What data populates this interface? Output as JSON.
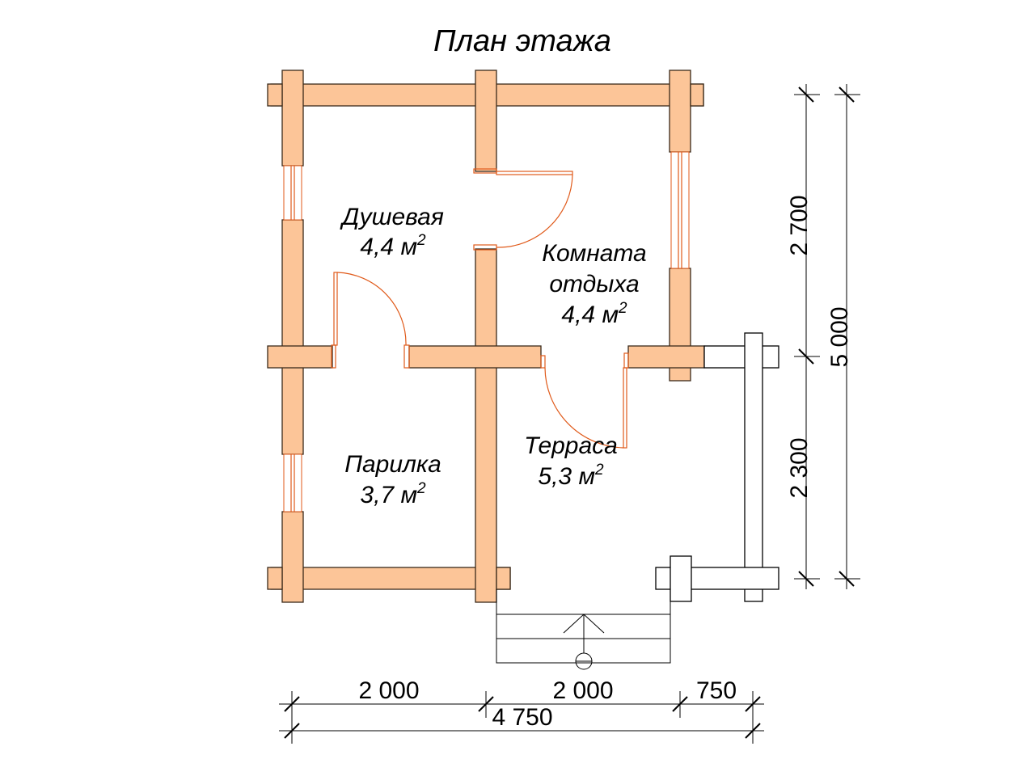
{
  "title": "План этажа",
  "colors": {
    "wall": "#fcc598",
    "door": "#e05a1a",
    "line": "#000000"
  },
  "rooms": [
    {
      "id": "dush",
      "name": "Душевая",
      "area": "4,4 м",
      "unit_sup": "2"
    },
    {
      "id": "komnata",
      "name_line1": "Комната",
      "name_line2": "отдыха",
      "area": "4,4 м",
      "unit_sup": "2"
    },
    {
      "id": "parilka",
      "name": "Парилка",
      "area": "3,7 м",
      "unit_sup": "2"
    },
    {
      "id": "terrasa",
      "name": "Терраса",
      "area": "5,3 м",
      "unit_sup": "2"
    }
  ],
  "dimensions": {
    "bottom": [
      "2 000",
      "2 000",
      "750"
    ],
    "bottom_total": "4 750",
    "right": [
      "2 700",
      "2 300"
    ],
    "right_total": "5 000"
  }
}
